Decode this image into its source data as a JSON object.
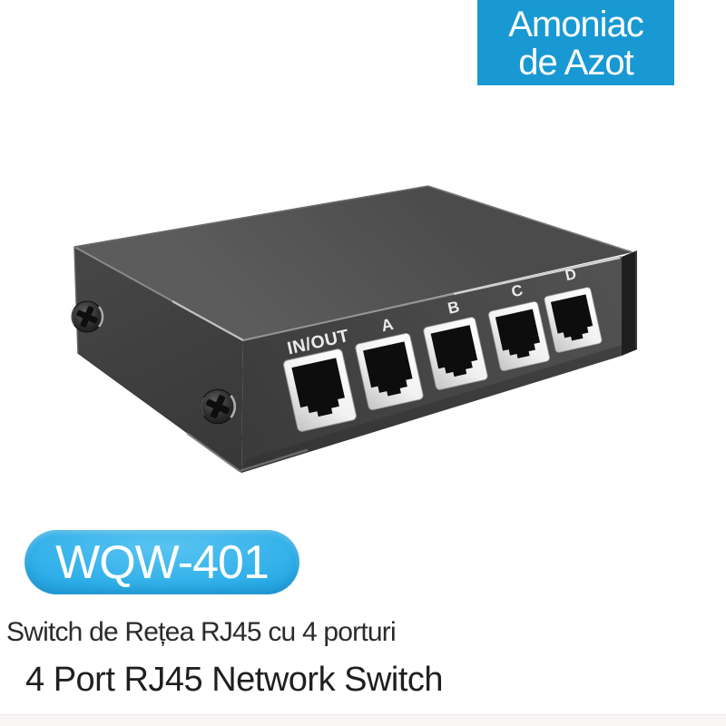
{
  "corner_badge": {
    "line1": "Amoniac",
    "line2": "de Azot",
    "bg_color": "#1899d3",
    "text_color": "#ffffff"
  },
  "model_badge": {
    "label": "WQW-401",
    "bg_color_top": "#58c4f1",
    "bg_color_bottom": "#1295d4",
    "text_color": "#ffffff"
  },
  "captions": {
    "subtitle": "Switch de Rețea RJ45 cu 4 porturi",
    "title": "4 Port RJ45 Network Switch",
    "text_color": "#262626"
  },
  "device": {
    "description": "black metal 4-port RJ45 network switch shown in three-quarter product view",
    "ports": [
      {
        "label": "IN/OUT"
      },
      {
        "label": "A"
      },
      {
        "label": "B"
      },
      {
        "label": "C"
      },
      {
        "label": "D"
      }
    ],
    "port_label_color": "#ebebeb",
    "visible_screws": 2,
    "body_colors": {
      "top": "#525252",
      "side": "#3e3e3e",
      "front": "#464646"
    }
  }
}
